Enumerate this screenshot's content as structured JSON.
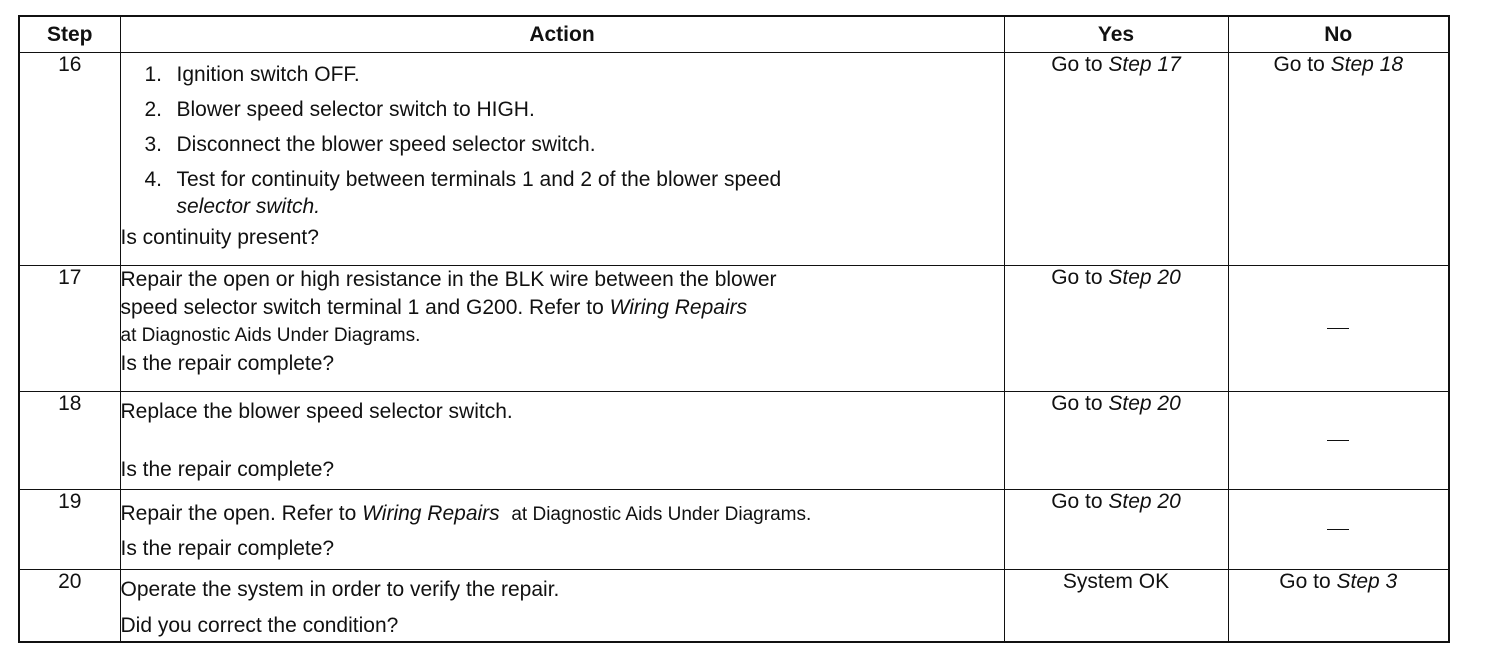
{
  "headers": {
    "step": "Step",
    "action": "Action",
    "yes": "Yes",
    "no": "No"
  },
  "rows": [
    {
      "step": "16",
      "list": [
        {
          "num": "1.",
          "text": "Ignition switch OFF."
        },
        {
          "num": "2.",
          "text": "Blower speed selector switch to HIGH."
        },
        {
          "num": "3.",
          "text": "Disconnect the blower speed selector switch."
        },
        {
          "num": "4.",
          "text": "Test for continuity between terminals 1 and 2 of the blower speed",
          "text_italic": "selector switch."
        }
      ],
      "question": "Is continuity present?",
      "yes_prefix": "Go to ",
      "yes_ref": "Step 17",
      "no_prefix": "Go to ",
      "no_ref": "Step 18"
    },
    {
      "step": "17",
      "action_line1": "Repair the open or high resistance in the BLK wire between the blower",
      "action_line2": "speed selector switch terminal 1 and G200. Refer to ",
      "action_ref": "Wiring Repairs",
      "action_line3": "at Diagnostic Aids Under Diagrams.",
      "question": "Is the repair complete?",
      "yes_prefix": "Go to ",
      "yes_ref": "Step 20",
      "no": "—"
    },
    {
      "step": "18",
      "action_line1": "Replace the blower speed selector switch.",
      "question": "Is the repair complete?",
      "yes_prefix": "Go to ",
      "yes_ref": "Step 20",
      "no": "—"
    },
    {
      "step": "19",
      "action_line1": "Repair the open. Refer to ",
      "action_ref": "Wiring Repairs",
      "action_tail": "at Diagnostic Aids Under Diagrams.",
      "question": "Is the repair complete?",
      "yes_prefix": "Go to ",
      "yes_ref": "Step 20",
      "no": "—"
    },
    {
      "step": "20",
      "action_line1": "Operate the system in order to verify the repair.",
      "question": "Did you correct the condition?",
      "yes": "System OK",
      "no_prefix": "Go to ",
      "no_ref": "Step 3"
    }
  ]
}
